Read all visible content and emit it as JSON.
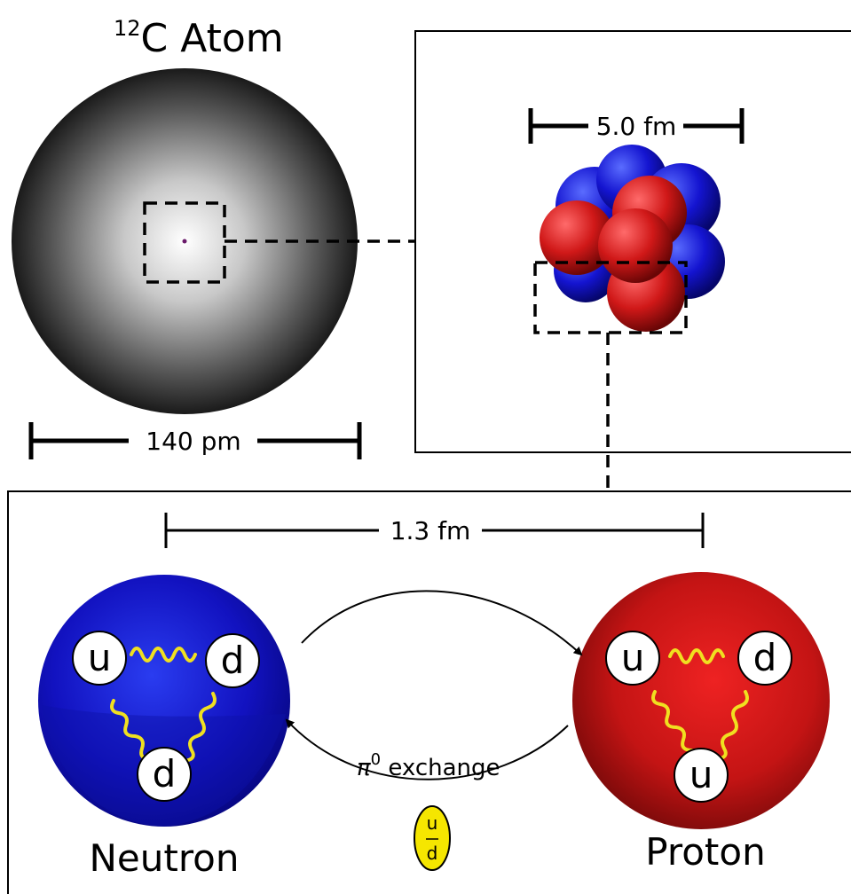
{
  "atom": {
    "mass_number": "12",
    "title": "C Atom",
    "scale_label": "140 pm"
  },
  "nucleus": {
    "scale_label": "5.0 fm"
  },
  "nucleons": {
    "scale_label": "1.3 fm",
    "exchange_symbol": "π",
    "exchange_superscript": "0",
    "exchange_text": " exchange",
    "pion_quark_top": "u",
    "pion_quark_bottom": "d",
    "neutron": {
      "label": "Neutron",
      "quarks": [
        "u",
        "d",
        "d"
      ],
      "color": "#1010c8"
    },
    "proton": {
      "label": "Proton",
      "quarks": [
        "u",
        "d",
        "u"
      ],
      "color": "#c81818"
    },
    "gluon_color": "#f0e020",
    "pion_color": "#f5e600"
  }
}
